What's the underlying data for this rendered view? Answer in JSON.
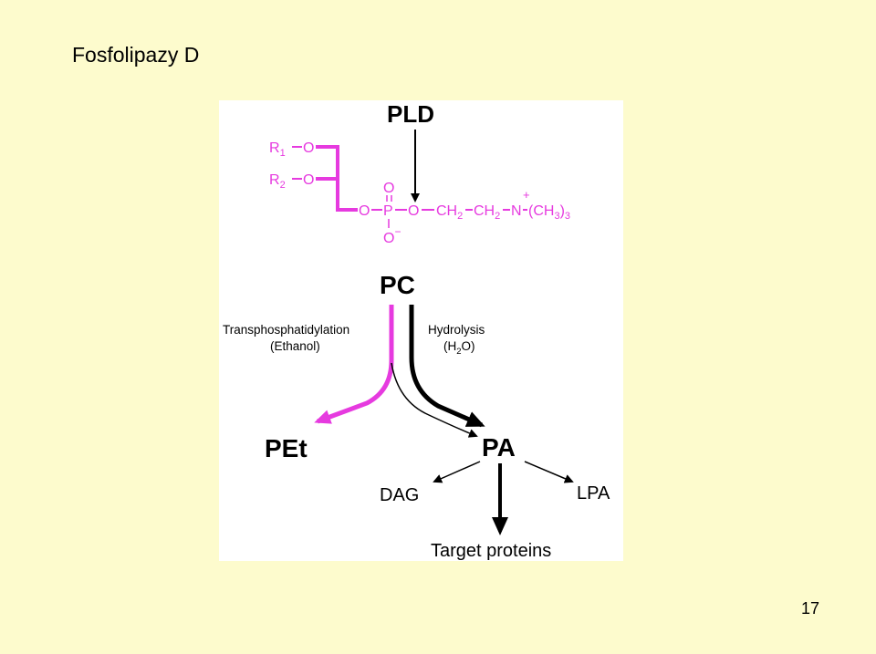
{
  "slide": {
    "title": "Fosfolipazy D",
    "page_number": "17"
  },
  "diagram": {
    "enzyme": "PLD",
    "substrate": "PC",
    "structure": {
      "r1": "R",
      "r1_sub": "1",
      "r2": "R",
      "r2_sub": "2",
      "o": "O",
      "p": "P",
      "o_minus": "O",
      "minus": "−",
      "ch2_a": "CH",
      "ch2_b": "CH",
      "sub2": "2",
      "n": "N",
      "plus": "+",
      "ch3": "(CH",
      "sub3": "3",
      "close_paren": ")",
      "sub3b": "3"
    },
    "path_left_label_1": "Transphosphatidylation",
    "path_left_label_2": "(Ethanol)",
    "path_right_label_1": "Hydrolysis",
    "path_right_label_2a": "(H",
    "path_right_label_2sub": "2",
    "path_right_label_2b": "O)",
    "product_left": "PEt",
    "product_right": "PA",
    "downstream_left": "DAG",
    "downstream_right": "LPA",
    "downstream_bottom": "Target proteins",
    "colors": {
      "background": "#fdfbcd",
      "accent": "#e63adf",
      "figure_bg": "#ffffff"
    }
  }
}
